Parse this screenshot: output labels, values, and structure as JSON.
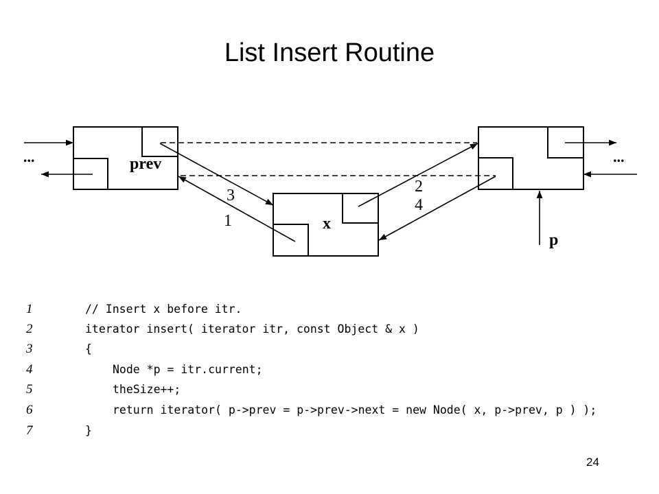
{
  "slide": {
    "title": "List Insert Routine",
    "page_number": "24"
  },
  "diagram": {
    "prev_node_label": "prev",
    "new_node_label": "x",
    "pointer_label": "p",
    "left_ellipsis": "...",
    "right_ellipsis": "...",
    "step_labels": [
      "1",
      "2",
      "3",
      "4"
    ]
  },
  "code": {
    "lines": [
      {
        "num": "1",
        "text": "// Insert x before itr."
      },
      {
        "num": "2",
        "text": "iterator insert( iterator itr, const Object & x )"
      },
      {
        "num": "3",
        "text": "{"
      },
      {
        "num": "4",
        "text": "Node *p = itr.current;"
      },
      {
        "num": "5",
        "text": "theSize++;"
      },
      {
        "num": "6",
        "text": "return iterator( p->prev = p->prev->next = new Node( x, p->prev, p ) );"
      },
      {
        "num": "7",
        "text": "}"
      }
    ]
  }
}
